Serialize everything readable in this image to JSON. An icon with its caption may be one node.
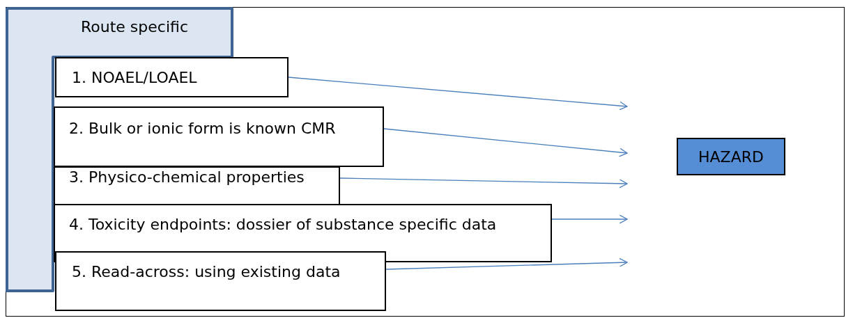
{
  "diagram": {
    "nodes": [
      {
        "text": [
          "Route specific"
        ]
      },
      {
        "text": [
          "1. NOAEL/LOAEL"
        ]
      },
      {
        "text": [
          "2. Bulk or ionic form is known CMR"
        ]
      },
      {
        "text": [
          "3. Physico-chemical properties"
        ]
      },
      {
        "text": [
          "4. Toxicity endpoints: dossier of substance specific data"
        ]
      },
      {
        "text": [
          "5. Read-across: using existing data"
        ]
      },
      {
        "text": [
          "HAZARD"
        ]
      }
    ],
    "edges": [
      {
        "from": 1,
        "to": null,
        "arrow": "to"
      },
      {
        "from": 2,
        "to": null,
        "arrow": "to"
      },
      {
        "from": 3,
        "to": null,
        "arrow": "to"
      },
      {
        "from": 4,
        "to": null,
        "arrow": "to"
      },
      {
        "from": 5,
        "to": null,
        "arrow": "to"
      }
    ]
  }
}
